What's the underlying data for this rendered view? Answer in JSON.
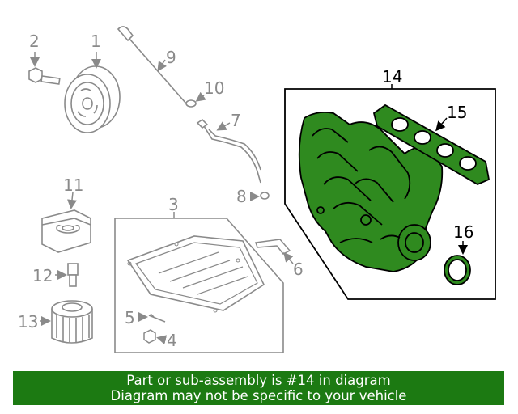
{
  "diagram": {
    "callouts": {
      "c1": "1",
      "c2": "2",
      "c3": "3",
      "c4": "4",
      "c5": "5",
      "c6": "6",
      "c7": "7",
      "c8": "8",
      "c9": "9",
      "c10": "10",
      "c11": "11",
      "c12": "12",
      "c13": "13",
      "c14": "14",
      "c15": "15",
      "c16": "16"
    },
    "highlighted_part": "14",
    "highlight_color": "#2f8a1f",
    "outline_color": "#8a8a8a"
  },
  "banner": {
    "line1": "Part or sub-assembly is #14 in diagram",
    "line2": "Diagram may not be specific to your vehicle",
    "background": "#1c7a12",
    "text_color": "#ffffff"
  }
}
